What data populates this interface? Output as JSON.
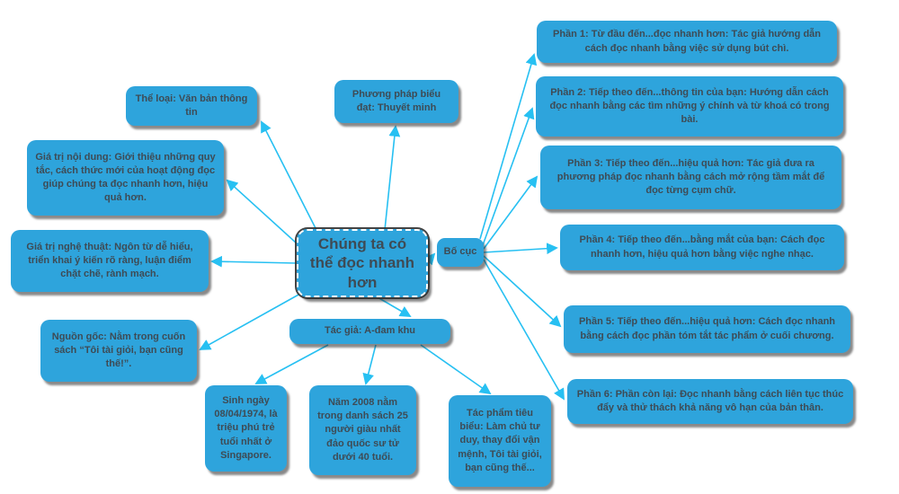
{
  "colors": {
    "canvas_bg": "#ffffff",
    "node_fill": "#2EA4DC",
    "node_text": "#3E4B55",
    "line_color": "#27C0F2"
  },
  "center": {
    "label": "Chúng ta có thể đọc nhanh hơn"
  },
  "nodes": {
    "the_loai": {
      "label": "Thể loại: Văn bản thông tin"
    },
    "phuong_phap": {
      "label": "Phương pháp biểu đạt: Thuyết minh"
    },
    "gia_tri_noi_dung": {
      "label": "Giá trị nội dung: Giới thiệu những quy tắc, cách thức mới của hoạt động đọc giúp chúng ta đọc nhanh hơn, hiệu quả hơn."
    },
    "gia_tri_nghe_thuat": {
      "label": "Giá trị nghệ thuật: Ngôn từ dễ hiểu, triển khai ý kiến rõ ràng, luận điểm chặt chẽ, rành mạch."
    },
    "nguon_goc": {
      "label": "Nguồn gốc: Nằm trong cuốn sách “Tôi tài giỏi, bạn cũng thế!”."
    },
    "bo_cuc": {
      "label": "Bố cục"
    },
    "tac_gia": {
      "label": "Tác giả: A-đam khu"
    },
    "sinh_ngay": {
      "label": "Sinh ngày 08/04/1974, là triệu phú trẻ tuổi nhất ở Singapore."
    },
    "nam_2008": {
      "label": "Năm 2008 nằm trong danh sách 25 người giàu nhất đảo quốc sư tử dưới 40 tuổi."
    },
    "tac_pham": {
      "label": "Tác phẩm tiêu biểu: Làm chủ tư duy, thay đổi vận mệnh, Tôi tài giỏi, bạn cũng thế..."
    },
    "phan1": {
      "label": "Phần 1: Từ đầu đến...đọc nhanh hơn: Tác giả hướng dẫn cách đọc nhanh bằng việc sử dụng bút chì."
    },
    "phan2": {
      "label": "Phần 2: Tiếp theo đến...thông tin của bạn: Hướng dẫn cách đọc nhanh bằng các tìm những ý chính và từ khoá có trong bài."
    },
    "phan3": {
      "label": "Phần 3: Tiếp theo đến...hiệu quả hơn: Tác giả đưa ra phương pháp đọc nhanh bằng cách mở rộng tầm mắt để đọc từng cụm chữ."
    },
    "phan4": {
      "label": "Phần 4: Tiếp theo đến...bằng mắt của bạn: Cách đọc nhanh hơn, hiệu quả hơn bằng việc nghe nhạc."
    },
    "phan5": {
      "label": "Phần 5: Tiếp theo đến...hiệu quả hơn: Cách đọc nhanh bằng cách đọc phần tóm tắt tác phẩm ở cuối chương."
    },
    "phan6": {
      "label": "Phần 6: Phần còn lại: Đọc nhanh bằng cách liên tục thúc đẩy và thử thách khả năng vô hạn của bản thân."
    }
  }
}
